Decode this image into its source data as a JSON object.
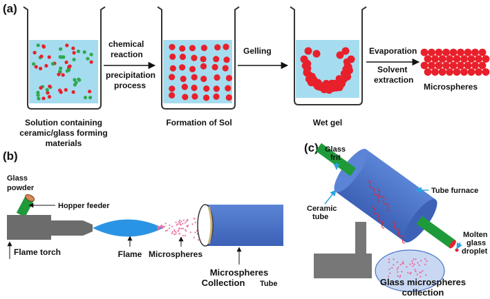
{
  "colors": {
    "liquid": "#a6dcef",
    "particle_red": "#e8202b",
    "particle_green": "#2fa84f",
    "beaker_stroke": "#333333",
    "arrow_blue": "#2aa3e0",
    "flame": "#2a94e4",
    "tube_blue": "#4a72c8",
    "green_pipe": "#1f9a3a",
    "torch_gray": "#6c6c6c",
    "collection_ellipse": "#c9d8f2",
    "pink": "#ec6fa3"
  },
  "panel_a": {
    "label": "(a)",
    "step1_caption": [
      "Solution containing",
      "ceramic/glass forming",
      "materials"
    ],
    "arrow1_top": [
      "chemical",
      "reaction"
    ],
    "arrow1_bottom": [
      "precipitation",
      "process"
    ],
    "step2_caption": "Formation of Sol",
    "arrow2_label": "Gelling",
    "step3_caption": "Wet gel",
    "arrow3_top": "Evaporation",
    "arrow3_bottom": [
      "Solvent",
      "extraction"
    ],
    "step4_caption": "Microspheres"
  },
  "panel_b": {
    "label": "(b)",
    "glass_powder": [
      "Glass",
      "powder"
    ],
    "hopper_feeder": "Hopper feeder",
    "flame_torch": "Flame torch",
    "flame": "Flame",
    "microspheres": "Microspheres",
    "collection_line1": "Microspheres",
    "collection_line2": "Collection",
    "collection_line2_suffix": "Tube"
  },
  "panel_c": {
    "label": "(c)",
    "glass_frit": [
      "Glass",
      "frit"
    ],
    "tube_furnace": "Tube furnace",
    "ceramic_tube": [
      "Ceramic",
      "tube"
    ],
    "molten_glass_droplet": [
      "Molten",
      "glass",
      "droplet"
    ],
    "collection": [
      "Glass microspheres",
      "collection"
    ]
  }
}
